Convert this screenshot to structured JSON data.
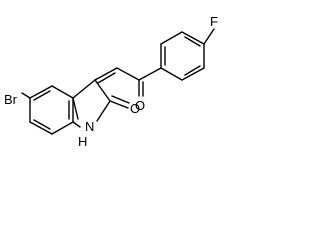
{
  "structure": {
    "atoms": {
      "fluorine": "F",
      "oxygen_ketone": "O",
      "bromine": "Br",
      "oxygen_lactam": "O",
      "nitrogen": "N",
      "hydrogen": "H"
    }
  }
}
